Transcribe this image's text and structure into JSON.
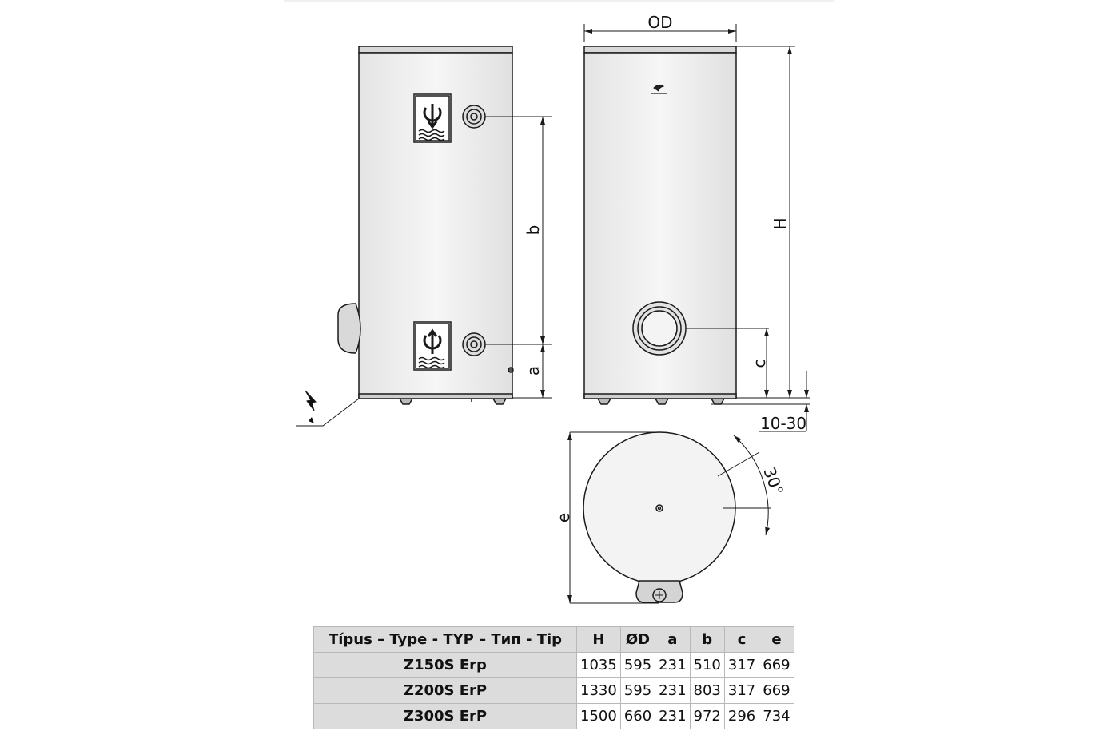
{
  "dimension_labels": {
    "od": "OD",
    "h": "H",
    "a": "a",
    "b": "b",
    "c": "c",
    "e": "e",
    "clearance": "10-30",
    "angle": "30°"
  },
  "table": {
    "headers": [
      "Típus – Type - TYP – Тип - Tip",
      "H",
      "ØD",
      "a",
      "b",
      "c",
      "e"
    ],
    "rows": [
      {
        "type": "Z150S Erp",
        "values": [
          "1035",
          "595",
          "231",
          "510",
          "317",
          "669"
        ]
      },
      {
        "type": "Z200S ErP",
        "values": [
          "1330",
          "595",
          "231",
          "803",
          "317",
          "669"
        ]
      },
      {
        "type": "Z300S ErP",
        "values": [
          "1500",
          "660",
          "231",
          "972",
          "296",
          "734"
        ]
      }
    ]
  },
  "icons": {
    "outlet_label": "hot-water-outlet-icon",
    "inlet_label": "cold-water-inlet-icon",
    "electric": "electric-hazard-icon"
  },
  "colors": {
    "line": "#1a1a1a",
    "table_header_bg": "#dcdcdc",
    "table_border": "#b8b8b8"
  }
}
